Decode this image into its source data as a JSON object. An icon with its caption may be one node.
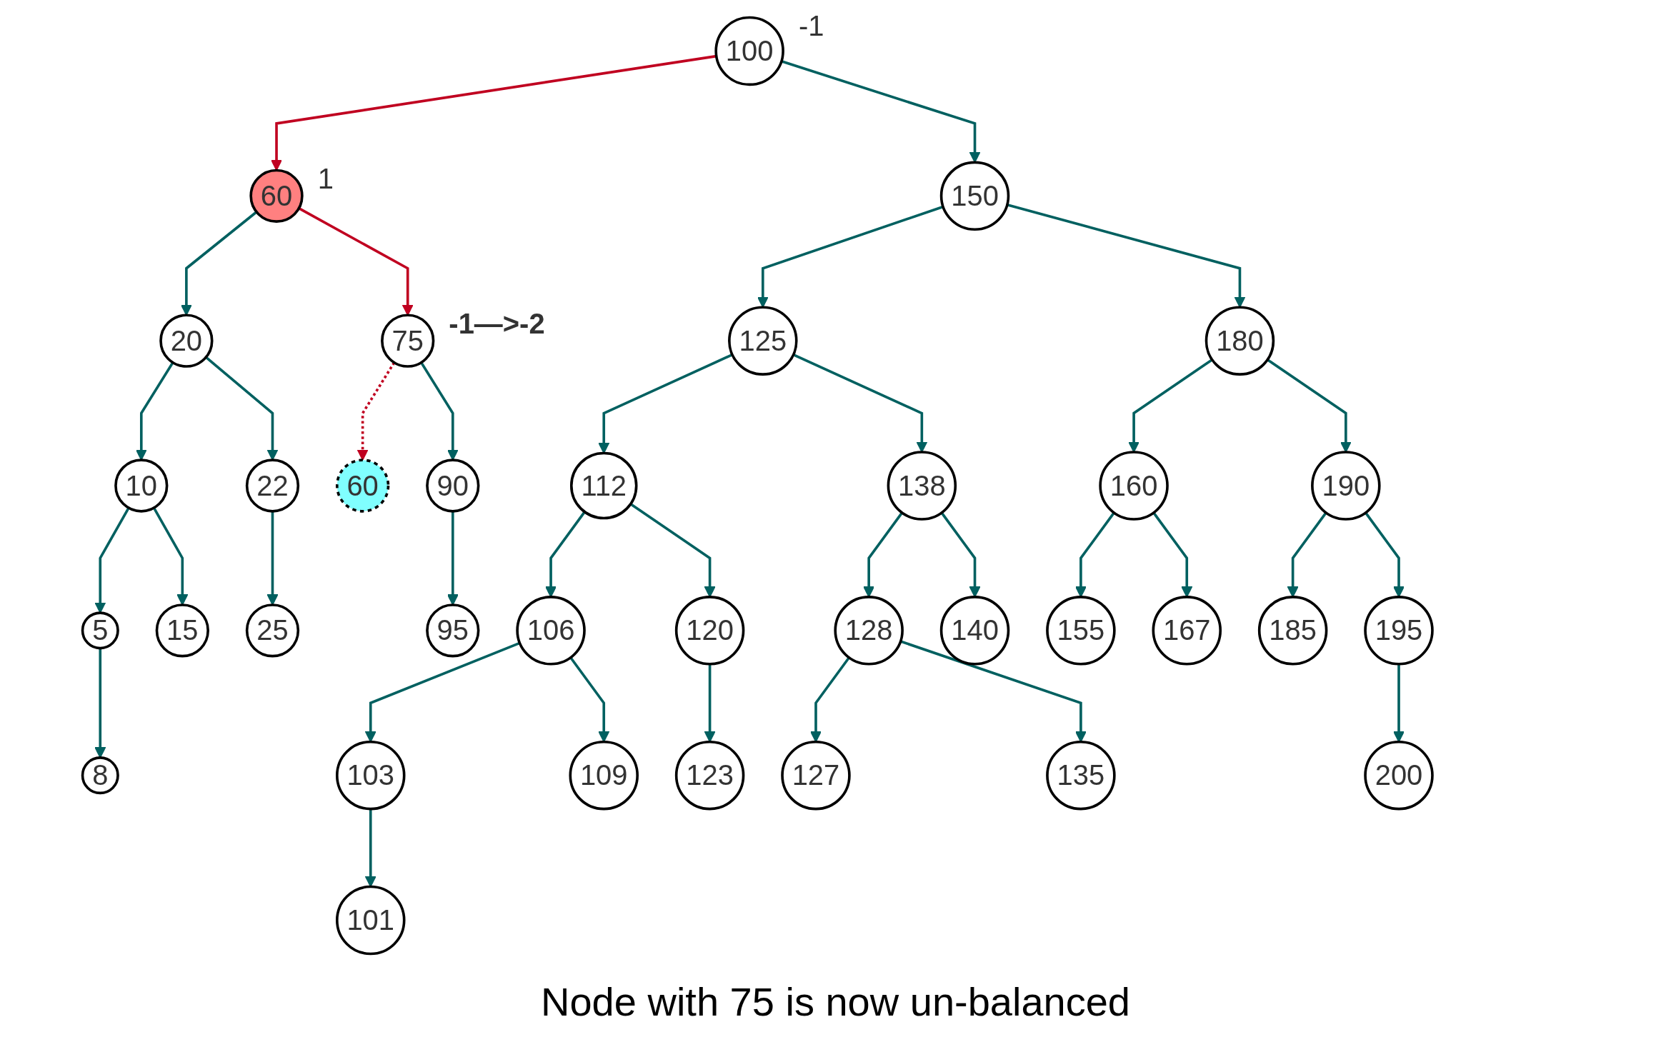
{
  "diagram": {
    "caption": "Node with 75 is now un-balanced",
    "nodes": [
      {
        "text": [
          "100"
        ],
        "beside": [
          "-1"
        ]
      },
      {
        "text": [
          "60"
        ],
        "beside": [
          "1"
        ]
      },
      {
        "text": [
          "150"
        ]
      },
      {
        "text": [
          "20"
        ]
      },
      {
        "text": [
          "75"
        ],
        "beside": [
          "-1—>-2"
        ]
      },
      {
        "text": [
          "125"
        ]
      },
      {
        "text": [
          "180"
        ]
      },
      {
        "text": [
          "10"
        ]
      },
      {
        "text": [
          "22"
        ]
      },
      {
        "text": [
          "60"
        ]
      },
      {
        "text": [
          "90"
        ]
      },
      {
        "text": [
          "112"
        ]
      },
      {
        "text": [
          "138"
        ]
      },
      {
        "text": [
          "160"
        ]
      },
      {
        "text": [
          "190"
        ]
      },
      {
        "text": [
          "5"
        ]
      },
      {
        "text": [
          "15"
        ]
      },
      {
        "text": [
          "25"
        ]
      },
      {
        "text": [
          "95"
        ]
      },
      {
        "text": [
          "106"
        ]
      },
      {
        "text": [
          "120"
        ]
      },
      {
        "text": [
          "128"
        ]
      },
      {
        "text": [
          "140"
        ]
      },
      {
        "text": [
          "155"
        ]
      },
      {
        "text": [
          "167"
        ]
      },
      {
        "text": [
          "185"
        ]
      },
      {
        "text": [
          "195"
        ]
      },
      {
        "text": [
          "8"
        ]
      },
      {
        "text": [
          "103"
        ]
      },
      {
        "text": [
          "109"
        ]
      },
      {
        "text": [
          "123"
        ]
      },
      {
        "text": [
          "127"
        ]
      },
      {
        "text": [
          "135"
        ]
      },
      {
        "text": [
          "200"
        ]
      },
      {
        "text": [
          "101"
        ]
      }
    ],
    "edges": [
      {
        "from": 0,
        "to": 1,
        "arrow": "to",
        "color": "#c00020"
      },
      {
        "from": 0,
        "to": 2,
        "arrow": "to"
      },
      {
        "from": 1,
        "to": 3,
        "arrow": "to"
      },
      {
        "from": 1,
        "to": 4,
        "arrow": "to",
        "color": "#c00020"
      },
      {
        "from": 2,
        "to": 5,
        "arrow": "to"
      },
      {
        "from": 2,
        "to": 6,
        "arrow": "to"
      },
      {
        "from": 3,
        "to": 7,
        "arrow": "to"
      },
      {
        "from": 3,
        "to": 8,
        "arrow": "to"
      },
      {
        "from": 4,
        "to": 9,
        "arrow": "to",
        "style": "dashed",
        "color": "#c00020"
      },
      {
        "from": 4,
        "to": 10,
        "arrow": "to"
      },
      {
        "from": 5,
        "to": 11,
        "arrow": "to"
      },
      {
        "from": 5,
        "to": 12,
        "arrow": "to"
      },
      {
        "from": 6,
        "to": 13,
        "arrow": "to"
      },
      {
        "from": 6,
        "to": 14,
        "arrow": "to"
      },
      {
        "from": 7,
        "to": 15,
        "arrow": "to"
      },
      {
        "from": 7,
        "to": 16,
        "arrow": "to"
      },
      {
        "from": 8,
        "to": 17,
        "arrow": "to"
      },
      {
        "from": 10,
        "to": 18,
        "arrow": "to"
      },
      {
        "from": 11,
        "to": 19,
        "arrow": "to"
      },
      {
        "from": 11,
        "to": 20,
        "arrow": "to"
      },
      {
        "from": 12,
        "to": 21,
        "arrow": "to"
      },
      {
        "from": 12,
        "to": 22,
        "arrow": "to"
      },
      {
        "from": 13,
        "to": 23,
        "arrow": "to"
      },
      {
        "from": 13,
        "to": 24,
        "arrow": "to"
      },
      {
        "from": 14,
        "to": 25,
        "arrow": "to"
      },
      {
        "from": 14,
        "to": 26,
        "arrow": "to"
      },
      {
        "from": 15,
        "to": 27,
        "arrow": "to"
      },
      {
        "from": 19,
        "to": 28,
        "arrow": "to"
      },
      {
        "from": 19,
        "to": 29,
        "arrow": "to"
      },
      {
        "from": 20,
        "to": 30,
        "arrow": "to"
      },
      {
        "from": 21,
        "to": 31,
        "arrow": "to"
      },
      {
        "from": 21,
        "to": 32,
        "arrow": "to"
      },
      {
        "from": 26,
        "to": 33,
        "arrow": "to"
      },
      {
        "from": 28,
        "to": 34,
        "arrow": "to"
      }
    ]
  }
}
